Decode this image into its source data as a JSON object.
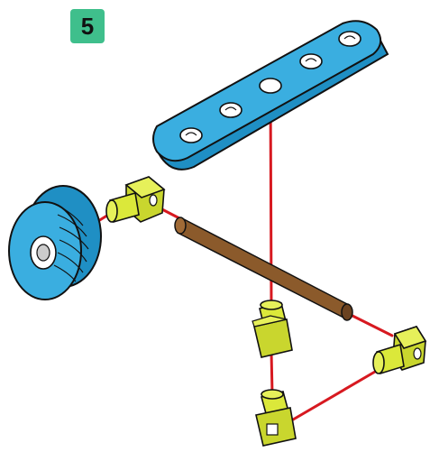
{
  "step": {
    "number": "5",
    "badge_color": "#3fbf8c"
  },
  "colors": {
    "beam": "#3aaee0",
    "wheel": "#3aaee0",
    "connector": "#dbe83a",
    "axle": "#8b5a2b",
    "assembly_line": "#d71920",
    "outline": "#111111"
  },
  "parts": [
    {
      "name": "beam-5-hole",
      "count": 1
    },
    {
      "name": "wheel",
      "count": 1
    },
    {
      "name": "axle-rod",
      "count": 1
    },
    {
      "name": "angle-connector",
      "count": 4
    }
  ]
}
